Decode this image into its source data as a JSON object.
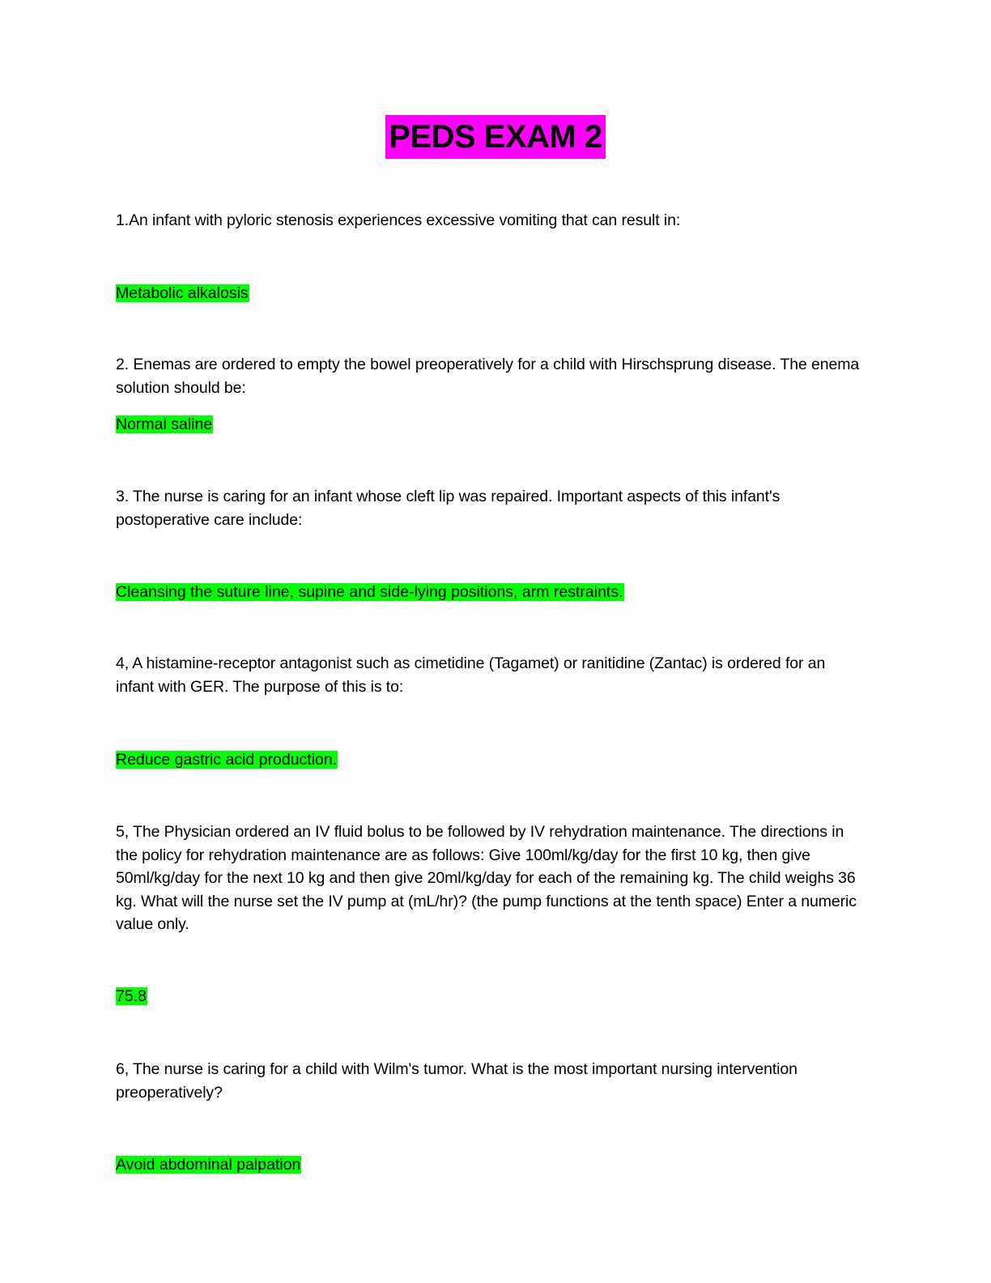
{
  "document": {
    "title": "PEDS EXAM 2",
    "colors": {
      "title_highlight": "#ff00ff",
      "answer_highlight": "#00ff00"
    },
    "items": [
      {
        "question": "1.An infant with pyloric stenosis experiences excessive vomiting that can result in:",
        "answer": "Metabolic alkalosis"
      },
      {
        "question": "2.  Enemas are ordered to empty the bowel preoperatively for a child with Hirschsprung disease. The enema solution should be:",
        "answer": "Normal saline"
      },
      {
        "question": "3. The nurse is caring for an infant whose cleft lip was repaired. Important aspects of this infant's postoperative care include:",
        "answer": "Cleansing the suture line, supine and side-lying positions, arm restraints."
      },
      {
        "question": "4, A histamine-receptor antagonist such as cimetidine (Tagamet) or ranitidine (Zantac) is ordered for an infant with GER. The purpose of this is to:",
        "answer": "Reduce gastric acid production."
      },
      {
        "question": "5, The Physician ordered an IV fluid bolus to be followed by IV rehydration maintenance. The directions in the policy for rehydration maintenance are as follows: Give 100ml/kg/day for the first 10 kg, then give 50ml/kg/day for the next 10 kg and then give 20ml/kg/day for each of the remaining kg. The child weighs 36 kg. What will the nurse set the IV pump at (mL/hr)? (the pump functions at the tenth space) Enter a numeric value only.",
        "answer": "75.8"
      },
      {
        "question": "6, The nurse is caring for a child with Wilm's tumor. What is the most important nursing intervention preoperatively?",
        "answer": "Avoid abdominal palpation"
      }
    ]
  }
}
